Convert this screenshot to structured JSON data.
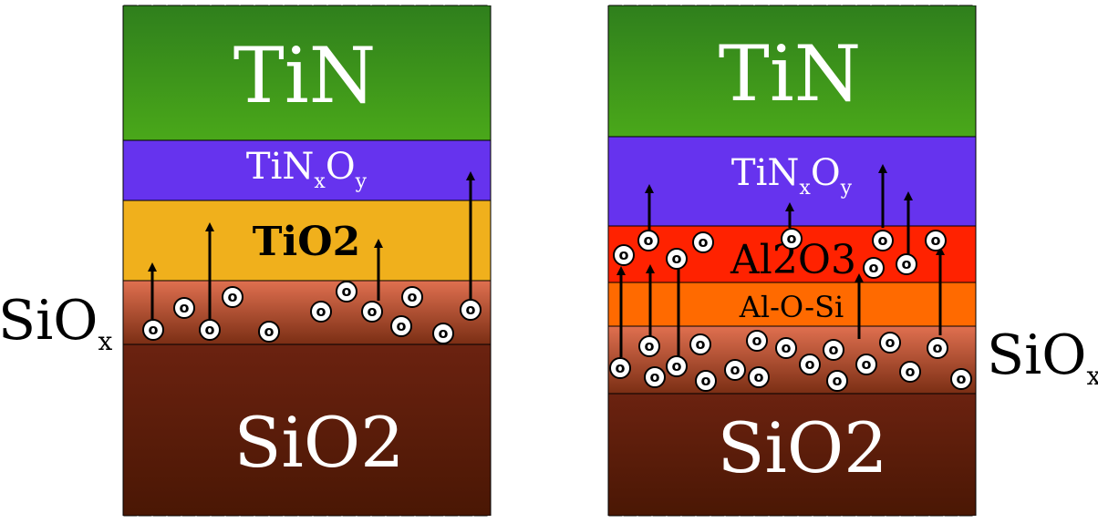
{
  "left_stack": {
    "layers": {
      "tin": {
        "label": "TiN",
        "color_top": "#2f7f1c",
        "color_bottom": "#4aa81a"
      },
      "tinxoy": {
        "base": "TiN",
        "sub1": "x",
        "mid": "O",
        "sub2": "y",
        "color": "#6633ee"
      },
      "tio2": {
        "label": "TiO",
        "digit": "2",
        "color": "#f0b01c"
      },
      "siox": {
        "color_top": "#e07050",
        "color_bottom": "#7a2e14"
      },
      "sio2": {
        "label": "SiO",
        "digit": "2",
        "color_top": "#6b2210",
        "color_bottom": "#4a1704"
      }
    },
    "side_label": {
      "base": "SiO",
      "sub": "x"
    }
  },
  "right_stack": {
    "layers": {
      "tin": {
        "label": "TiN",
        "color_top": "#2f7f1c",
        "color_bottom": "#4aa81a"
      },
      "tinxoy": {
        "base": "TiN",
        "sub1": "x",
        "mid": "O",
        "sub2": "y",
        "color": "#6633ee"
      },
      "al2o3": {
        "label_a": "Al",
        "digit1": "2",
        "label_b": "O",
        "digit2": "3",
        "color": "#ff2200"
      },
      "alosi": {
        "label": "Al-O-Si",
        "color": "#ff6a00"
      },
      "siox": {
        "color_top": "#e07050",
        "color_bottom": "#7a2e14"
      },
      "sio2": {
        "label": "SiO",
        "digit": "2",
        "color_top": "#6b2210",
        "color_bottom": "#4a1704"
      }
    },
    "side_label": {
      "base": "SiO",
      "sub": "x"
    }
  },
  "vacancy_symbol": "o",
  "colors": {
    "arrow": "#000000",
    "text_light": "#ffffff",
    "text_dark": "#000000"
  }
}
